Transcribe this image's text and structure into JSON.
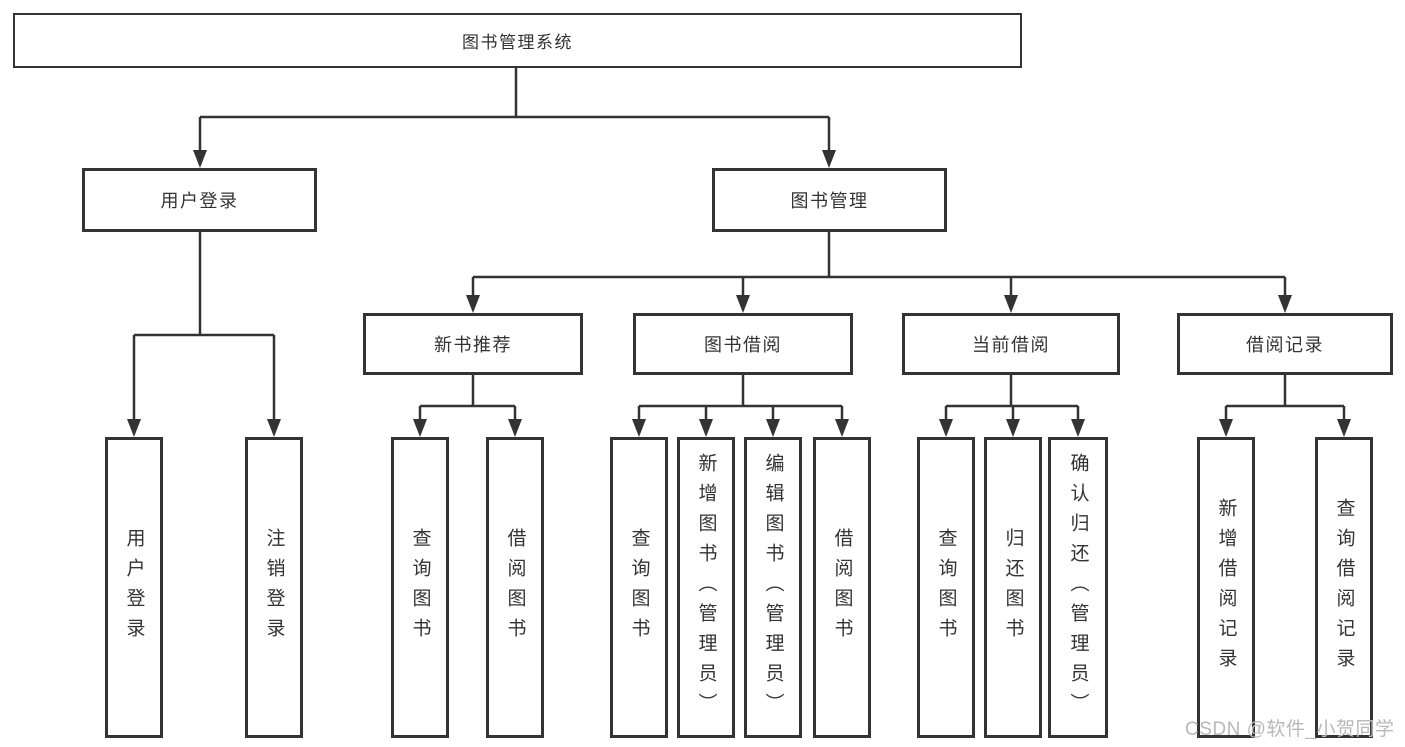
{
  "diagram": {
    "root_label": "图书管理系统",
    "branches": [
      {
        "label": "用户登录",
        "children": [
          "用户登录",
          "注销登录"
        ]
      },
      {
        "label": "图书管理",
        "sections": [
          {
            "label": "新书推荐",
            "children": [
              "查询图书",
              "借阅图书"
            ]
          },
          {
            "label": "图书借阅",
            "children": [
              "查询图书",
              "新增图书（管理员）",
              "编辑图书（管理员）",
              "借阅图书"
            ]
          },
          {
            "label": "当前借阅",
            "children": [
              "查询图书",
              "归还图书",
              "确认归还（管理员）"
            ]
          },
          {
            "label": "借阅记录",
            "children": [
              "新增借阅记录",
              "查询借阅记录"
            ]
          }
        ]
      }
    ]
  },
  "watermark": {
    "text": "CSDN @软件_小贺同学"
  },
  "colors": {
    "line": "#333333",
    "text": "#333333",
    "watermark": "#b8b8b8",
    "bg": "#ffffff"
  }
}
